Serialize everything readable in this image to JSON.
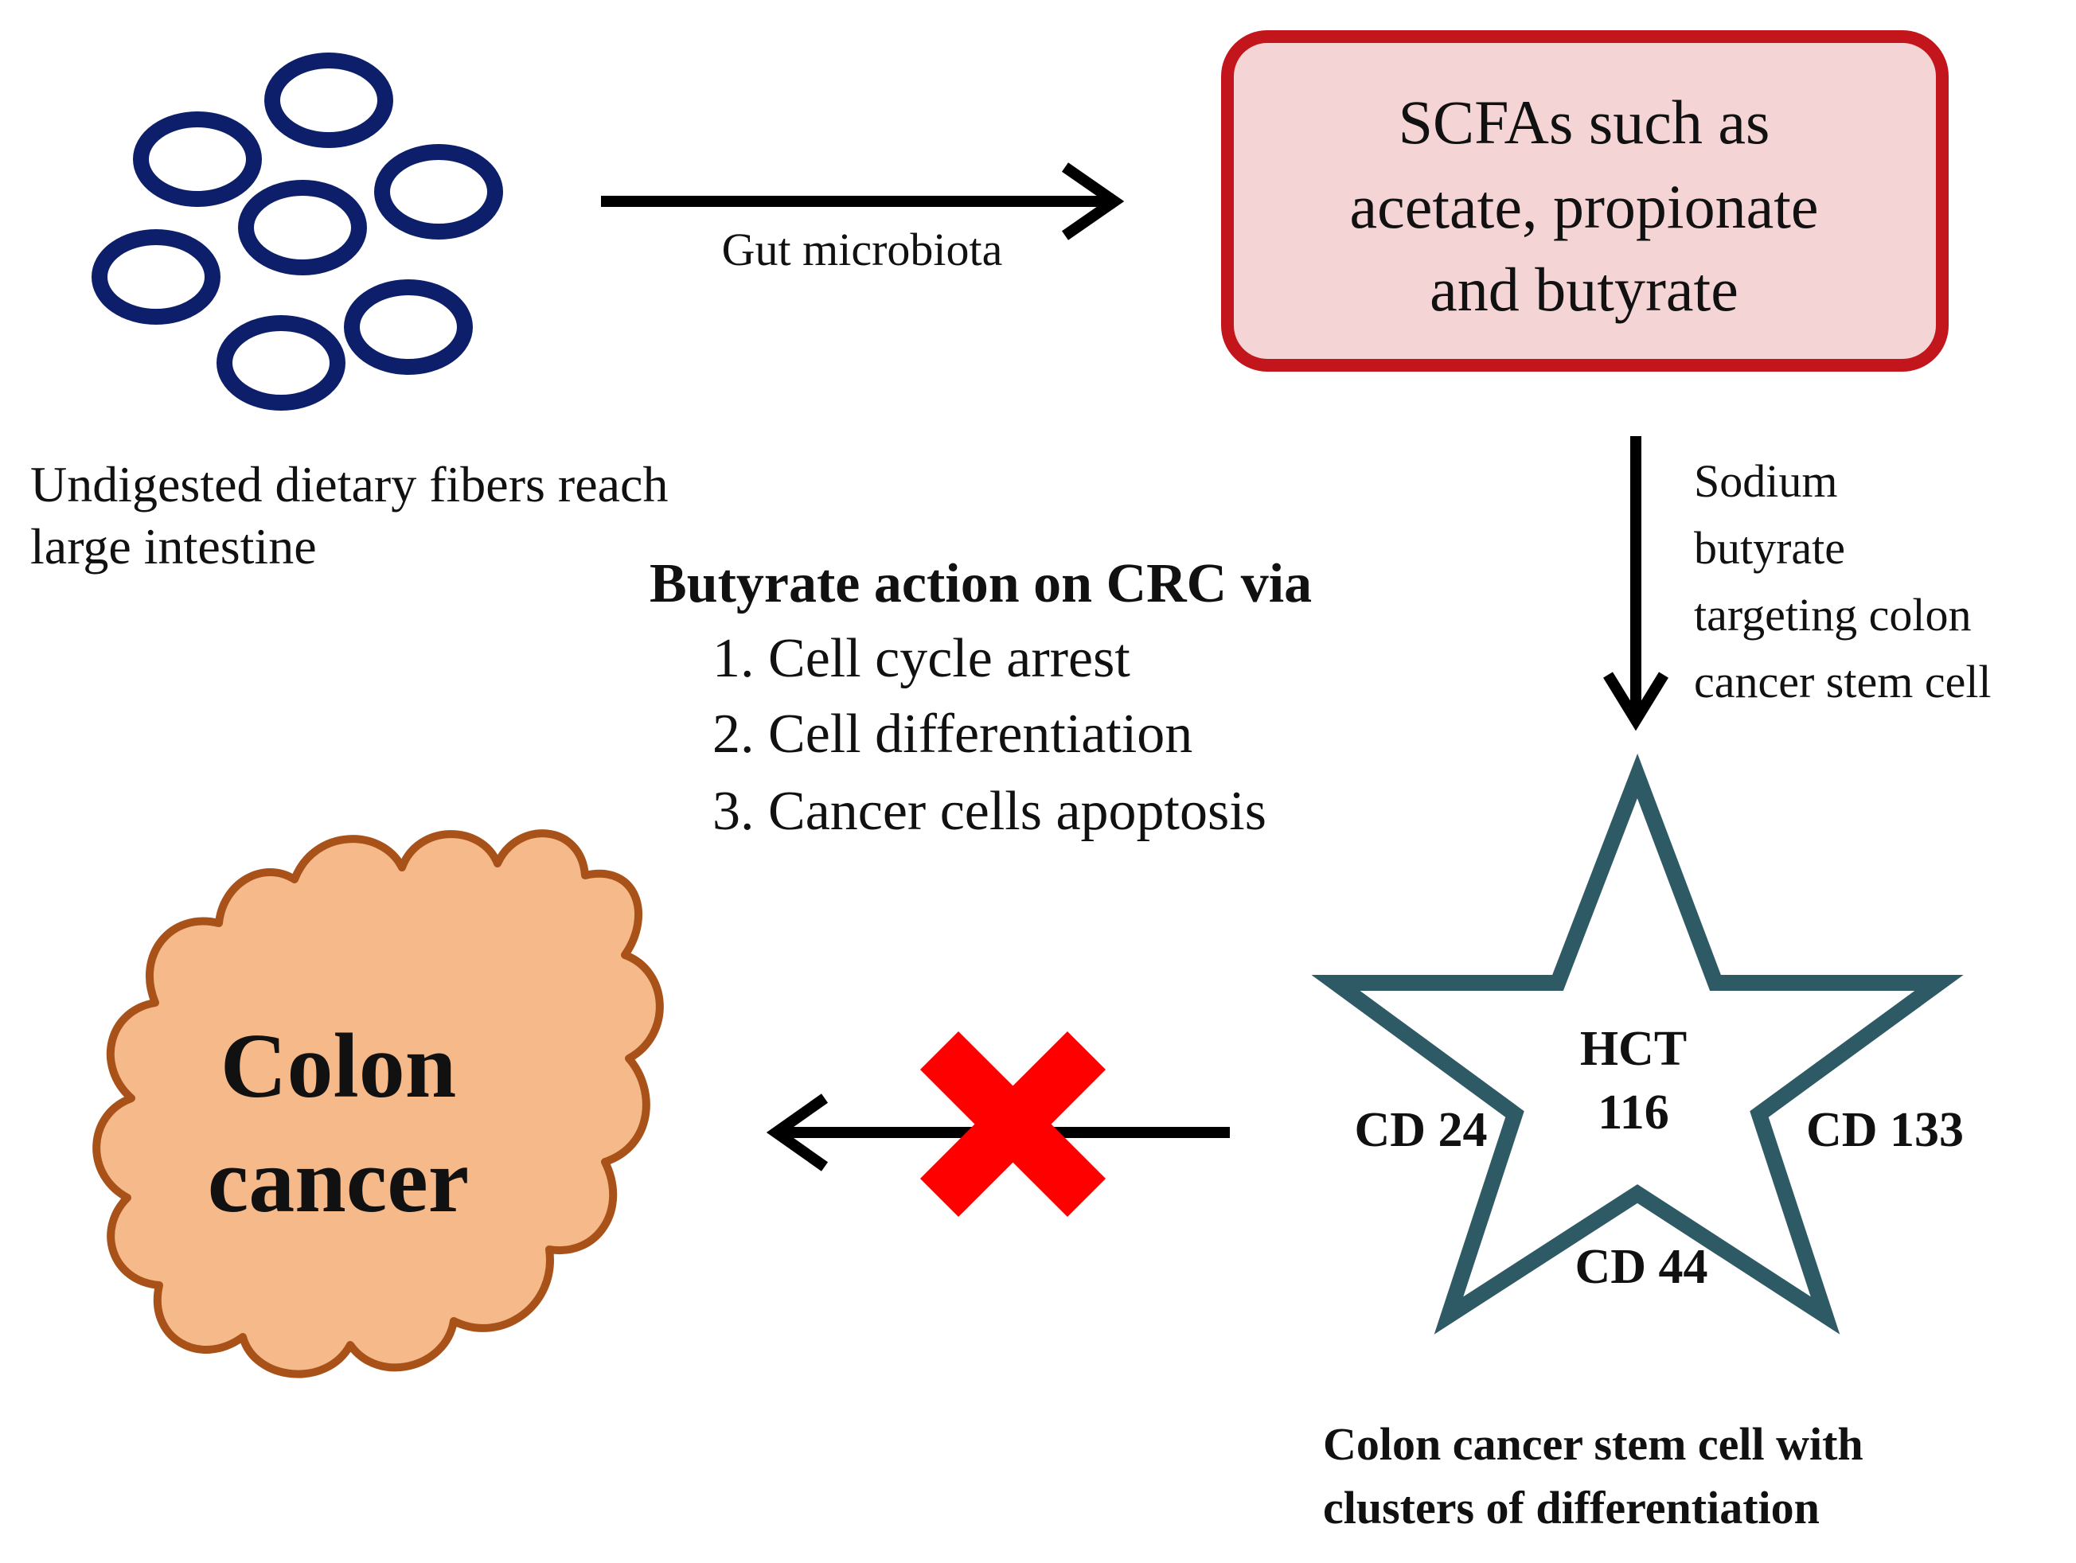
{
  "fiber": {
    "caption_line1": "Undigested  dietary  fibers  reach",
    "caption_line2": "large intestine"
  },
  "arrow_top": {
    "label": "Gut microbiota"
  },
  "scfa_box": {
    "line1": "SCFAs such as",
    "line2": "acetate, propionate",
    "line3": "and butyrate"
  },
  "arrow_down": {
    "line1": "Sodium",
    "line2": "butyrate",
    "line3": "targeting  colon",
    "line4": "cancer  stem  cell"
  },
  "butyrate_action": {
    "heading": "Butyrate action on CRC via",
    "items": [
      "1. Cell cycle arrest",
      "2. Cell differentiation",
      "3. Cancer cells apoptosis"
    ]
  },
  "star": {
    "center_line1": "HCT",
    "center_line2": "116",
    "left": "CD 24",
    "right": "CD 133",
    "bottom": "CD 44",
    "caption_line1": "Colon  cancer stem cell  with",
    "caption_line2": "clusters  of differentiation"
  },
  "cloud": {
    "line1": "Colon",
    "line2": "cancer"
  },
  "colors": {
    "ring": "#0d1f6b",
    "arrow": "#000000",
    "box_border": "#c3161c",
    "box_fill": "#f4d4d4",
    "star_stroke": "#2e5a66",
    "cloud_stroke": "#a8521a",
    "cloud_fill": "#f5b98a",
    "cross": "#ff0000"
  },
  "icons": [
    "fiber-ring-icon",
    "star-icon",
    "cloud-icon",
    "cross-icon"
  ]
}
